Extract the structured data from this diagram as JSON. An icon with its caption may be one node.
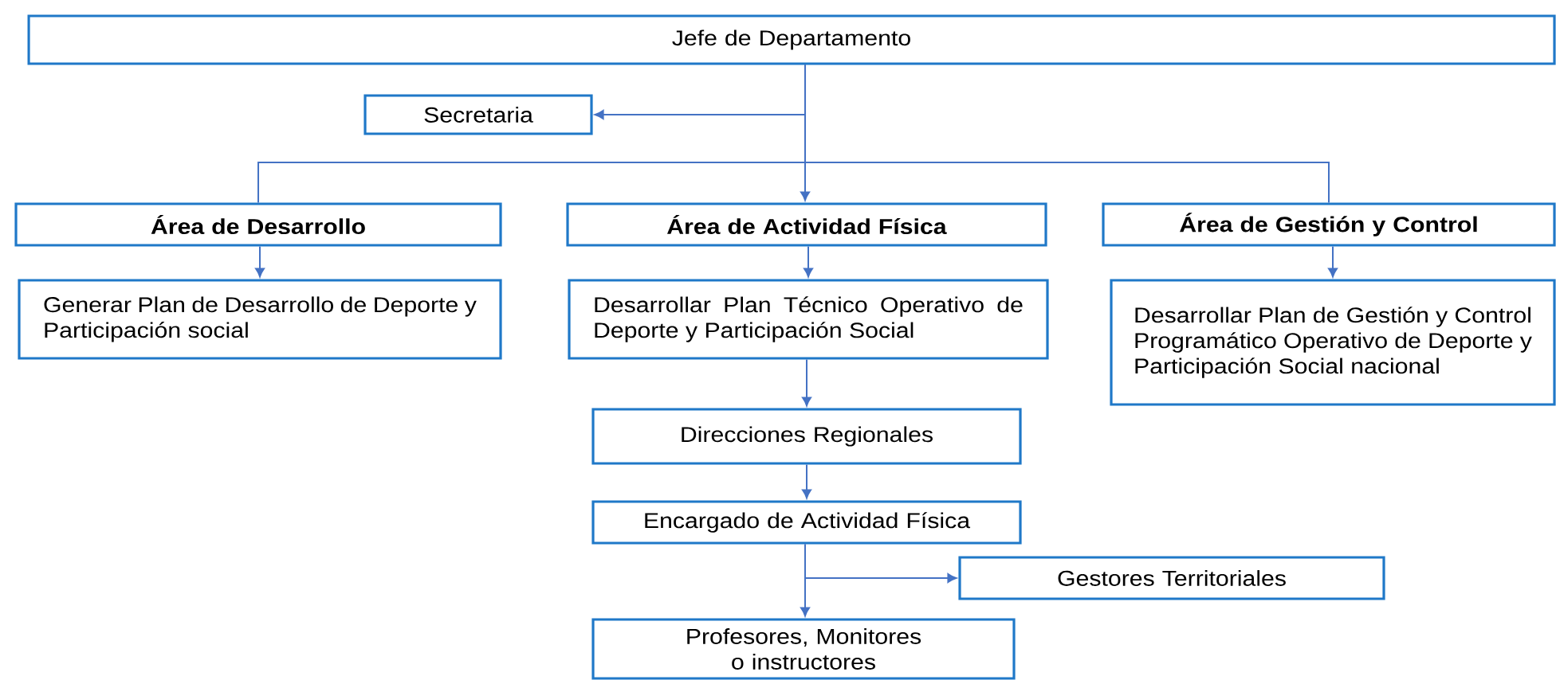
{
  "diagram": {
    "nodes": [
      {
        "text": [
          "Jefe de Departamento"
        ]
      },
      {
        "text": [
          "Secretaria"
        ]
      },
      {
        "text": [
          "**Área de Desarrollo**"
        ]
      },
      {
        "text": [
          "**Área de Actividad Física**"
        ]
      },
      {
        "text": [
          "**Área de Gestión y Control**"
        ]
      },
      {
        "text": [
          "Generar Plan de Desarrollo de Deporte y Participación social"
        ]
      },
      {
        "text": [
          "Desarrollar Plan Técnico Operativo de Deporte y Participación Social"
        ]
      },
      {
        "text": [
          "Desarrollar Plan de Gestión y Control Programático Operativo de Deporte y Participación Social nacional"
        ]
      },
      {
        "text": [
          "Direcciones Regionales"
        ]
      },
      {
        "text": [
          "Encargado de Actividad Física"
        ]
      },
      {
        "text": [
          "Gestores Territoriales"
        ]
      },
      {
        "text": [
          "Profesores, Monitores o instructores"
        ]
      }
    ],
    "edges": [
      {
        "from": 0,
        "to": 1,
        "arrow": "to"
      },
      {
        "from": 0,
        "to": 2,
        "arrow": "none"
      },
      {
        "from": 0,
        "to": 3,
        "arrow": "to"
      },
      {
        "from": 0,
        "to": 4,
        "arrow": "none"
      },
      {
        "from": 2,
        "to": 5,
        "arrow": "to"
      },
      {
        "from": 3,
        "to": 6,
        "arrow": "to"
      },
      {
        "from": 4,
        "to": 7,
        "arrow": "to"
      },
      {
        "from": 6,
        "to": 8,
        "arrow": "to"
      },
      {
        "from": 8,
        "to": 9,
        "arrow": "to"
      },
      {
        "from": 9,
        "to": 10,
        "arrow": "to"
      },
      {
        "from": 9,
        "to": 11,
        "arrow": "to"
      }
    ]
  }
}
